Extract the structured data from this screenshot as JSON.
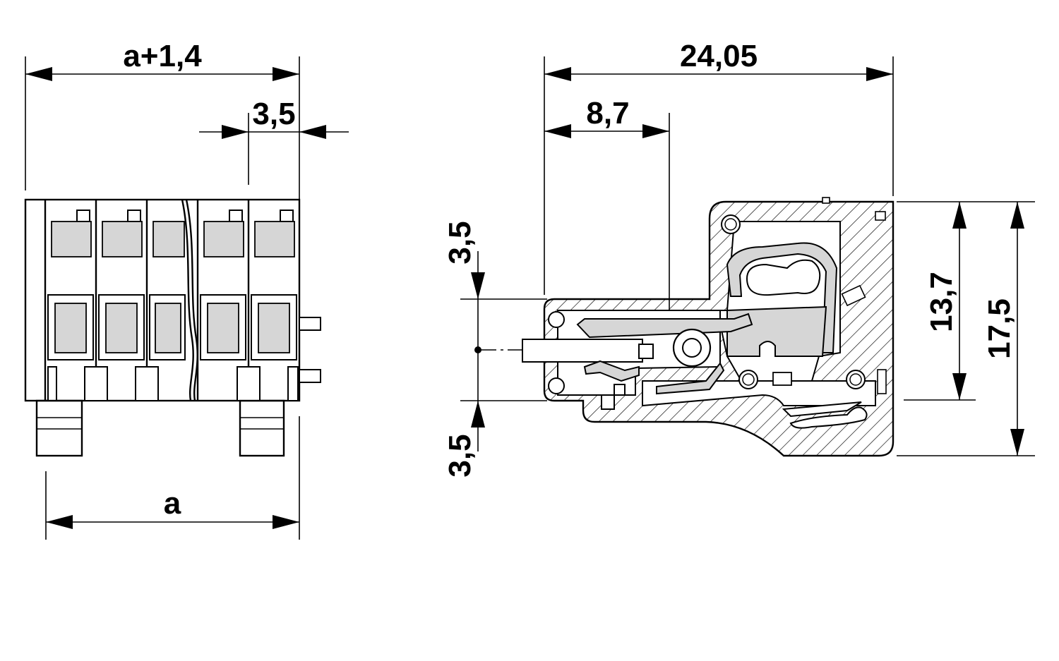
{
  "drawing": {
    "front_view": {
      "dim_top": "a+1,4",
      "dim_pitch": "3,5",
      "dim_bottom": "a"
    },
    "side_view": {
      "dim_overall_width": "24,05",
      "dim_inner_width": "8,7",
      "dim_left_upper": "3,5",
      "dim_left_lower": "3,5",
      "dim_height_inner": "13,7",
      "dim_height_overall": "17,5"
    }
  }
}
